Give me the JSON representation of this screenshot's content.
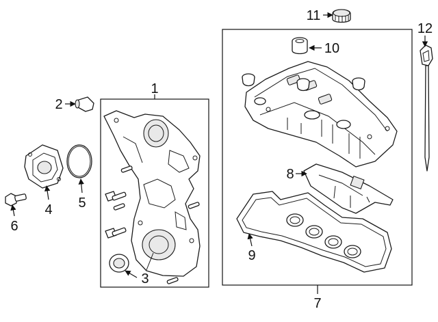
{
  "callouts": {
    "c1": "1",
    "c2": "2",
    "c3": "3",
    "c4": "4",
    "c5": "5",
    "c6": "6",
    "c7": "7",
    "c8": "8",
    "c9": "9",
    "c10": "10",
    "c11": "11",
    "c12": "12"
  },
  "colors": {
    "line": "#111111",
    "fill": "#ffffff",
    "shade": "#e9e9e9"
  }
}
